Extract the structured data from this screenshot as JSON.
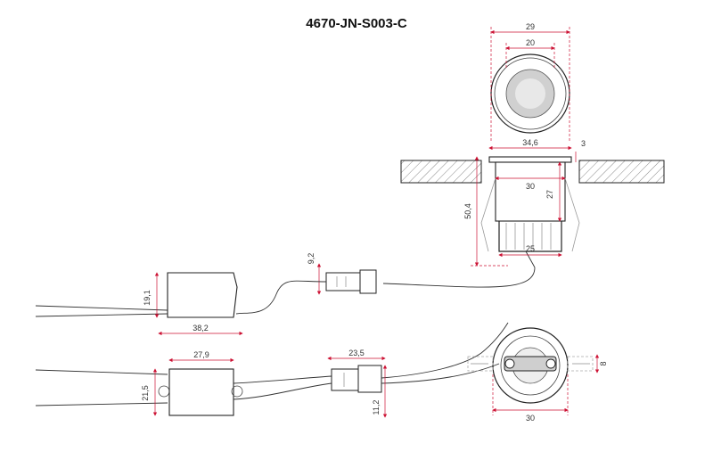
{
  "title": "4670-JN-S003-C",
  "colors": {
    "outline": "#222222",
    "dimension": "#cc1133",
    "lens": "#d0d0d0"
  },
  "dimensions": {
    "top_outer": "29",
    "top_inner": "20",
    "flange": "34,6",
    "flange_thickness": "3",
    "cutout": "30",
    "body_depth": "27",
    "total_height": "50,4",
    "body_bottom": "25",
    "connector_height": "9,2",
    "driver_height": "19,1",
    "driver_length": "38,2",
    "driver2_length": "27,9",
    "driver2_height": "21,5",
    "connector2_length": "23,5",
    "connector2_height": "11,2",
    "bottom_view_diameter": "30",
    "spring_offset": "8"
  }
}
